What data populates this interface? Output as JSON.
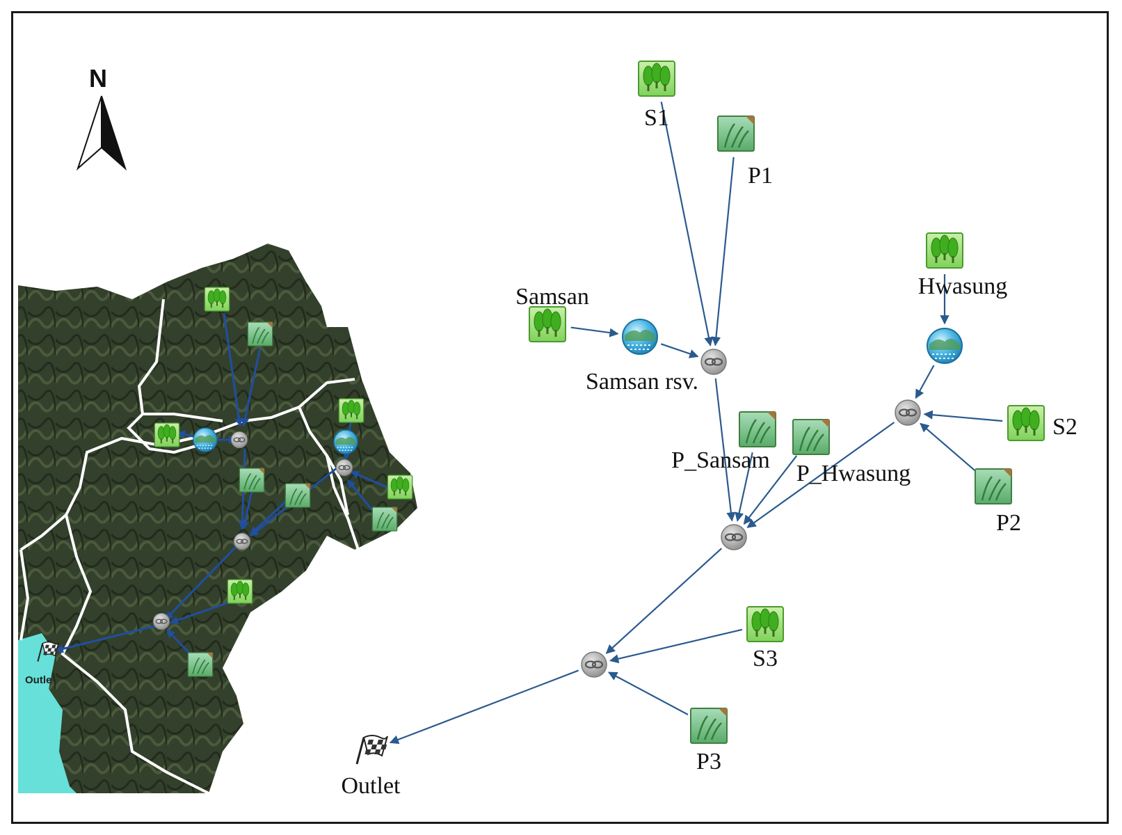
{
  "north_label": "N",
  "map": {
    "outlet_label": "Outle"
  },
  "nodes": [
    {
      "id": "S1",
      "type": "subbasin",
      "label": "S1"
    },
    {
      "id": "P1",
      "type": "paddy",
      "label": "P1"
    },
    {
      "id": "Samsan",
      "type": "subbasin",
      "label": "Samsan"
    },
    {
      "id": "SamsanRsv",
      "type": "reservoir",
      "label": "Samsan rsv."
    },
    {
      "id": "J1",
      "type": "junction",
      "label": ""
    },
    {
      "id": "Hwasung",
      "type": "subbasin",
      "label": "Hwasung"
    },
    {
      "id": "HwasungRsv",
      "type": "reservoir",
      "label": ""
    },
    {
      "id": "J2",
      "type": "junction",
      "label": ""
    },
    {
      "id": "S2",
      "type": "subbasin",
      "label": "S2"
    },
    {
      "id": "P2",
      "type": "paddy",
      "label": "P2"
    },
    {
      "id": "P_Sansam",
      "type": "paddy",
      "label": "P_Sansam"
    },
    {
      "id": "P_Hwasung",
      "type": "paddy",
      "label": "P_Hwasung"
    },
    {
      "id": "J3",
      "type": "junction",
      "label": ""
    },
    {
      "id": "J4",
      "type": "junction",
      "label": ""
    },
    {
      "id": "S3",
      "type": "subbasin",
      "label": "S3"
    },
    {
      "id": "P3",
      "type": "paddy",
      "label": "P3"
    },
    {
      "id": "Outlet",
      "type": "outlet",
      "label": "Outlet"
    }
  ],
  "edges": [
    [
      "S1",
      "J1"
    ],
    [
      "P1",
      "J1"
    ],
    [
      "Samsan",
      "SamsanRsv"
    ],
    [
      "SamsanRsv",
      "J1"
    ],
    [
      "Hwasung",
      "HwasungRsv"
    ],
    [
      "HwasungRsv",
      "J2"
    ],
    [
      "S2",
      "J2"
    ],
    [
      "P2",
      "J2"
    ],
    [
      "J1",
      "J3"
    ],
    [
      "P_Sansam",
      "J3"
    ],
    [
      "P_Hwasung",
      "J3"
    ],
    [
      "J2",
      "J3"
    ],
    [
      "J3",
      "J4"
    ],
    [
      "S3",
      "J4"
    ],
    [
      "P3",
      "J4"
    ],
    [
      "J4",
      "Outlet"
    ]
  ],
  "colors": {
    "arrow": "#2a5a8e",
    "subbasin": "#5cc63a",
    "paddy": "#7fbf8a",
    "reservoir": "#33a6d8",
    "junction": "#a9a9a9",
    "terrain": "#2f3b2a",
    "water": "#66e0d8"
  }
}
